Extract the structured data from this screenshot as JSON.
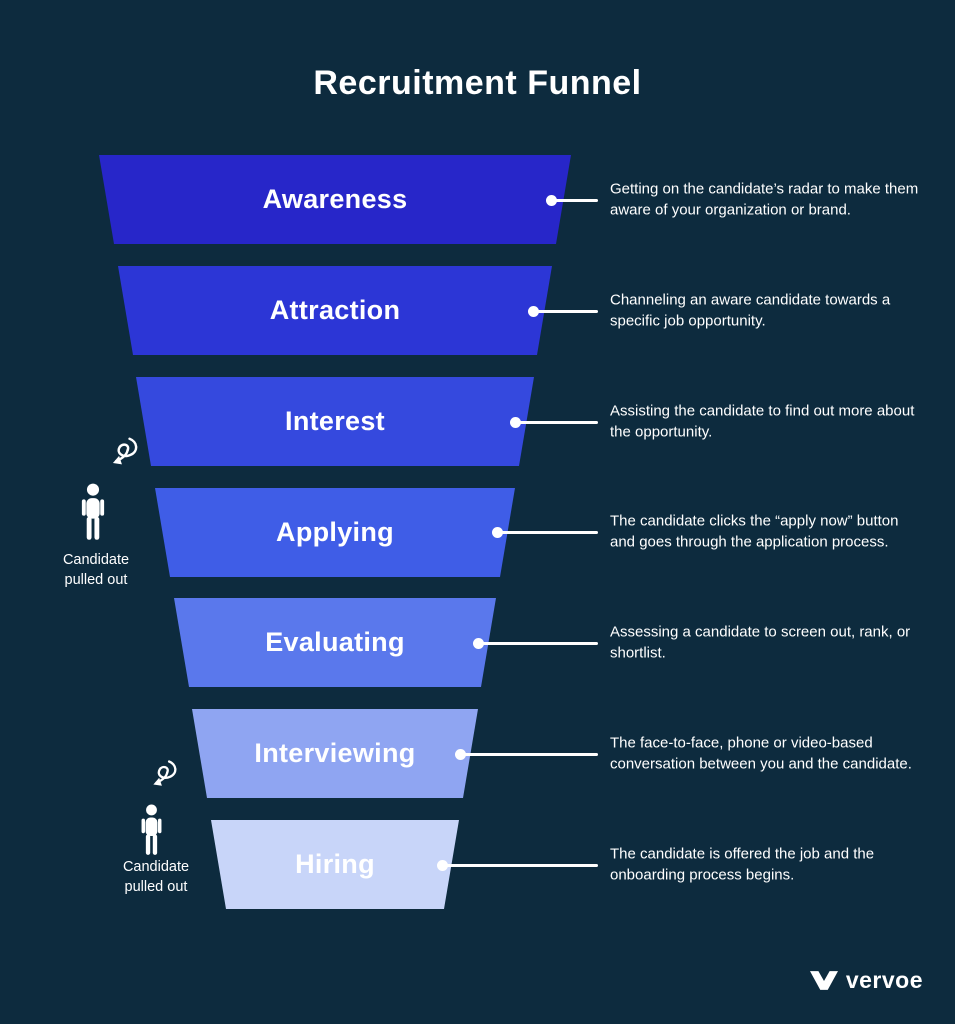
{
  "page": {
    "title": "Recruitment Funnel",
    "background": "#0d2b3e",
    "text_color": "#ffffff"
  },
  "stages": [
    {
      "label": "Awareness",
      "color": "#2726c9",
      "description": "Getting on the candidate’s radar to make them aware of your organization or brand."
    },
    {
      "label": "Attraction",
      "color": "#2c36d6",
      "description": "Channeling an aware candidate towards a specific job opportunity."
    },
    {
      "label": "Interest",
      "color": "#3549de",
      "description": "Assisting the candidate to find out more about the opportunity."
    },
    {
      "label": "Applying",
      "color": "#3f5de7",
      "description": "The candidate clicks the “apply now” button and goes through the application process."
    },
    {
      "label": "Evaluating",
      "color": "#5a78ec",
      "description": "Assessing a candidate to screen out, rank, or shortlist."
    },
    {
      "label": "Interviewing",
      "color": "#8fa5f2",
      "description": "The face-to-face, phone or video-based conversation between you and the candidate."
    },
    {
      "label": "Hiring",
      "color": "#c8d5f9",
      "description": "The candidate is offered the job and the onboarding process begins."
    }
  ],
  "pullouts": [
    {
      "line1": "Candidate",
      "line2": "pulled out"
    },
    {
      "line1": "Candidate",
      "line2": "pulled out"
    }
  ],
  "logo": {
    "text": "vervoe"
  }
}
